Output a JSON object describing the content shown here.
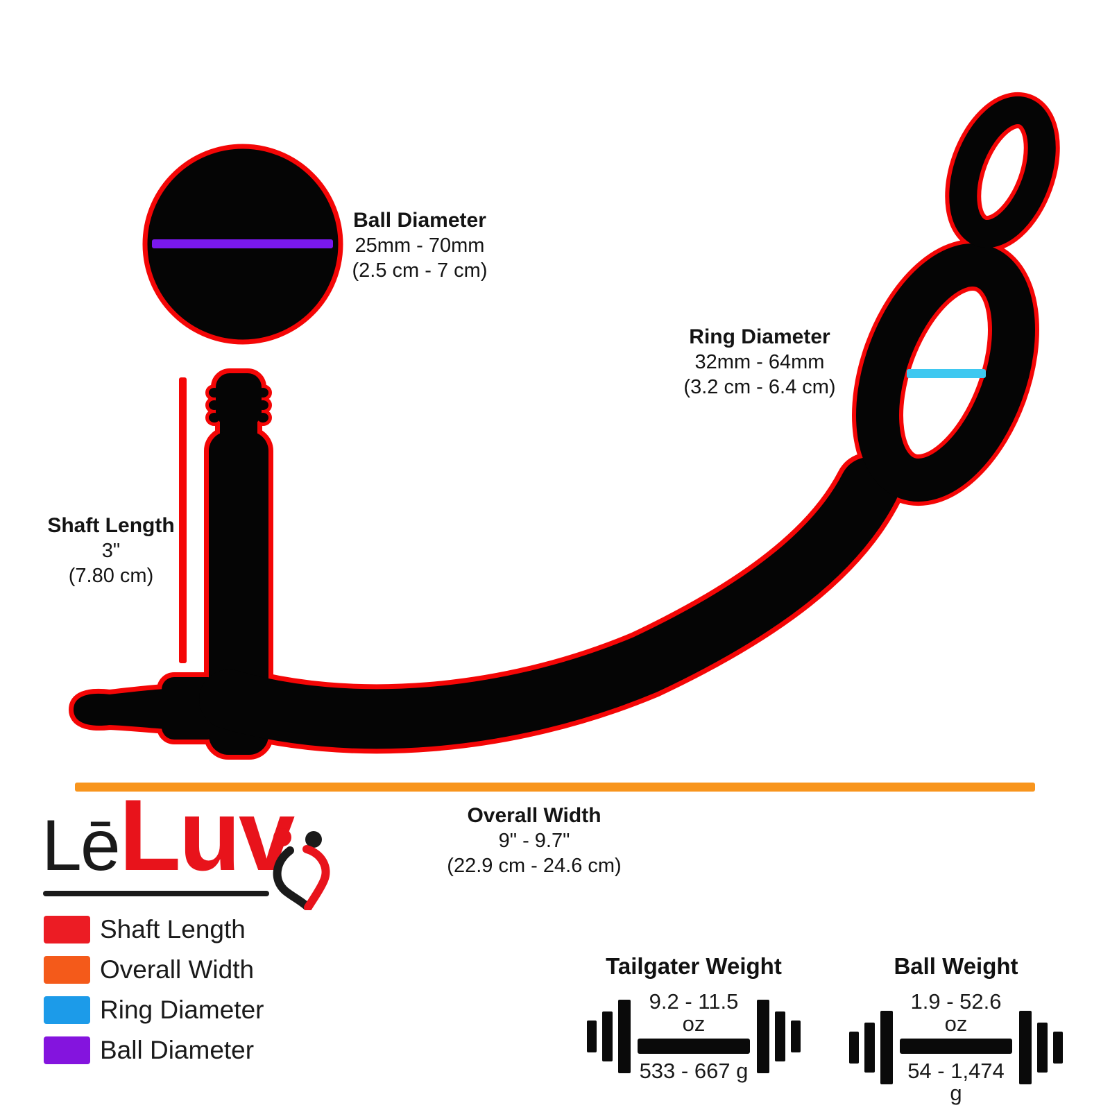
{
  "product": {
    "description": "Cock ring tailgater product dimension diagram",
    "outline_color": "#f40606",
    "body_color": "#050505"
  },
  "annotations": {
    "ball_diameter": {
      "title": "Ball Diameter",
      "range": "25mm - 70mm",
      "metric": "(2.5 cm - 7 cm)",
      "line_color": "#7a18ee"
    },
    "ring_diameter": {
      "title": "Ring Diameter",
      "range": "32mm - 64mm",
      "metric": "(3.2 cm - 6.4 cm)",
      "line_color": "#3fc8f0"
    },
    "shaft_length": {
      "title": "Shaft Length",
      "range": "3\"",
      "metric": "(7.80 cm)",
      "line_color": "#f40606"
    },
    "overall_width": {
      "title": "Overall Width",
      "range": "9\" - 9.7\"",
      "metric": "(22.9 cm - 24.6 cm)",
      "line_color": "#f8951d"
    }
  },
  "logo": {
    "le": "Lē",
    "luv": "Luv",
    "luv_color": "#e8131b",
    "le_color": "#1a1a1a"
  },
  "legend": {
    "items": [
      {
        "label": "Shaft Length",
        "color": "#ec1c24"
      },
      {
        "label": "Overall Width",
        "color": "#f45a1a"
      },
      {
        "label": "Ring Diameter",
        "color": "#1c9be9"
      },
      {
        "label": "Ball Diameter",
        "color": "#8414de"
      }
    ]
  },
  "weights": [
    {
      "title": "Tailgater Weight",
      "oz": "9.2 - 11.5 oz",
      "g": "533 - 667 g"
    },
    {
      "title": "Ball Weight",
      "oz": "1.9 - 52.6 oz",
      "g": "54 - 1,474 g"
    }
  ]
}
